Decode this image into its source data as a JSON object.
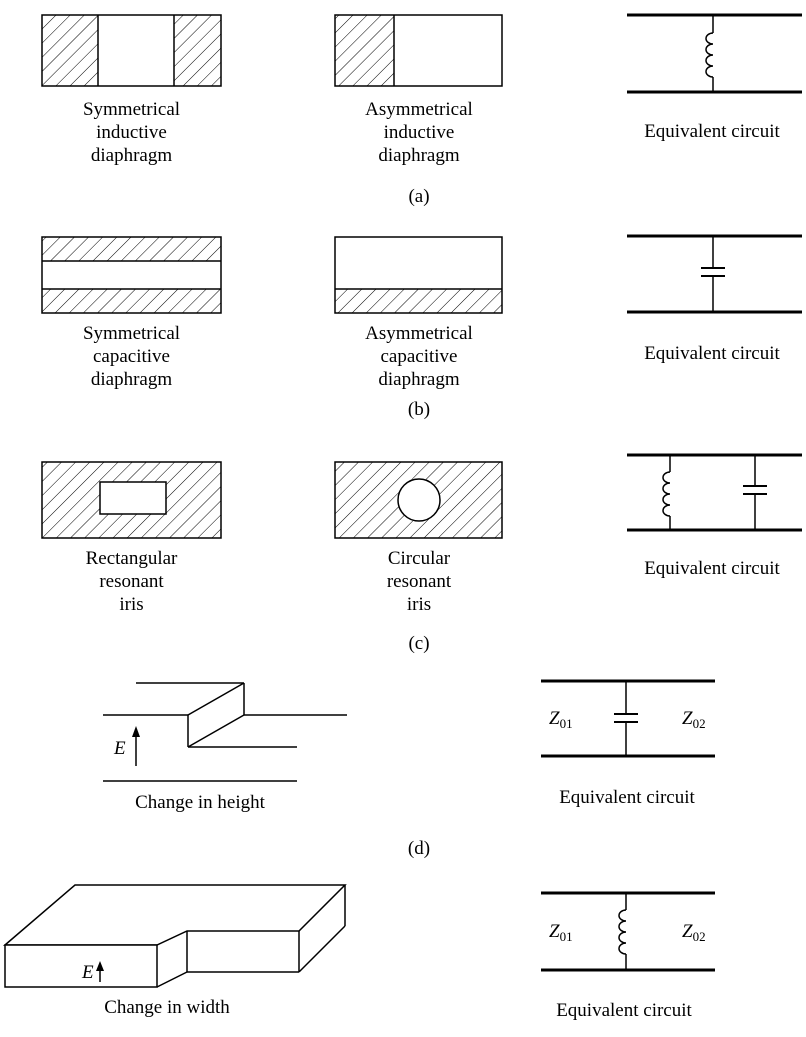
{
  "captions": {
    "sym_inductive": "Symmetrical\ninductive\ndiaphragm",
    "asym_inductive": "Asymmetrical\ninductive\ndiaphragm",
    "sym_capacitive": "Symmetrical\ncapacitive\ndiaphragm",
    "asym_capacitive": "Asymmetrical\ncapacitive\ndiaphragm",
    "rect_iris": "Rectangular\nresonant\niris",
    "circ_iris": "Circular\nresonant\niris",
    "change_height": "Change in height",
    "change_width": "Change in width",
    "equivalent_circuit": "Equivalent circuit"
  },
  "panel_labels": {
    "a": "(a)",
    "b": "(b)",
    "c": "(c)",
    "d": "(d)"
  },
  "symbols": {
    "E": "E",
    "Z01": {
      "base": "Z",
      "sub": "01"
    },
    "Z02": {
      "base": "Z",
      "sub": "02"
    }
  }
}
